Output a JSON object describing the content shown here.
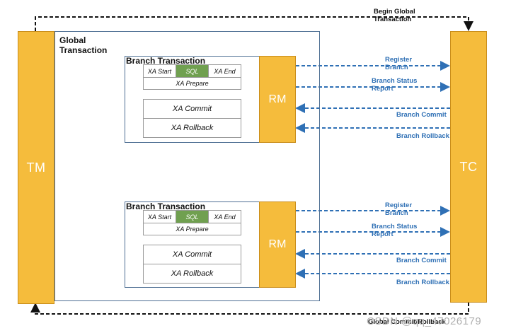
{
  "tm_label": "TM",
  "tc_label": "TC",
  "global_title": "Global\nTransaction",
  "top_label": "Begin Global\nTransaction",
  "bottom_label": "Global Commit/Rollback",
  "watermark": "CSDN @qq_47026179",
  "branches": [
    {
      "title": "Branch Transaction",
      "xa_start": "XA Start",
      "sql": "SQL",
      "xa_end": "XA End",
      "xa_prepare": "XA Prepare",
      "xa_commit": "XA Commit",
      "xa_rollback": "XA Rollback",
      "rm": "RM",
      "messages": {
        "register": "Register\nBranch",
        "status": "Branch Status\nReport",
        "commit": "Branch Commit",
        "rollback": "Branch Rollback"
      }
    },
    {
      "title": "Branch Transaction",
      "xa_start": "XA Start",
      "sql": "SQL",
      "xa_end": "XA End",
      "xa_prepare": "XA Prepare",
      "xa_commit": "XA Commit",
      "xa_rollback": "XA Rollback",
      "rm": "RM",
      "messages": {
        "register": "Register\nBranch",
        "status": "Branch Status\nReport",
        "commit": "Branch Commit",
        "rollback": "Branch Rollback"
      }
    }
  ],
  "colors": {
    "orange": "#f5bc3c",
    "arrow_blue": "#2f70b5",
    "sql_green": "#70a050",
    "frame": "#4e6f93"
  }
}
